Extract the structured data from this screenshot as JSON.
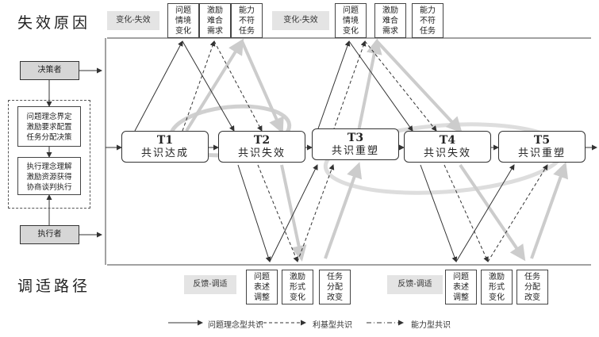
{
  "headings": {
    "top": "失效原因",
    "bottom": "调适路径"
  },
  "top_tag": "变化-失效",
  "bottom_tag": "反馈-调适",
  "cause_boxes": [
    [
      "问题",
      "情境",
      "变化"
    ],
    [
      "激励",
      "难合",
      "需求"
    ],
    [
      "能力",
      "不符",
      "任务"
    ]
  ],
  "path_boxes": [
    [
      "问题",
      "表述",
      "调整"
    ],
    [
      "激励",
      "形式",
      "变化"
    ],
    [
      "任务",
      "分配",
      "改变"
    ]
  ],
  "stages": [
    {
      "id": "T1",
      "name": "共识达成"
    },
    {
      "id": "T2",
      "name": "共识失效"
    },
    {
      "id": "T3",
      "name": "共识重塑"
    },
    {
      "id": "T4",
      "name": "共识失效"
    },
    {
      "id": "T5",
      "name": "共识重塑"
    }
  ],
  "left_panel": {
    "decider": "决策者",
    "executor": "执行者",
    "box1": [
      "问题理念界定",
      "激励要求配置",
      "任务分配决策"
    ],
    "box2": [
      "执行理念理解",
      "激励资源获得",
      "协商谈判执行"
    ]
  },
  "legend": [
    {
      "style": "solid",
      "label": "问题理念型共识"
    },
    {
      "style": "dashed",
      "label": "利基型共识"
    },
    {
      "style": "dashdot",
      "label": "能力型共识"
    }
  ],
  "colors": {
    "wide_arrow": "#cccccc",
    "stage_border": "#333333",
    "tag_fill": "#e4e4e4",
    "role_fill": "#d6d6d6"
  }
}
